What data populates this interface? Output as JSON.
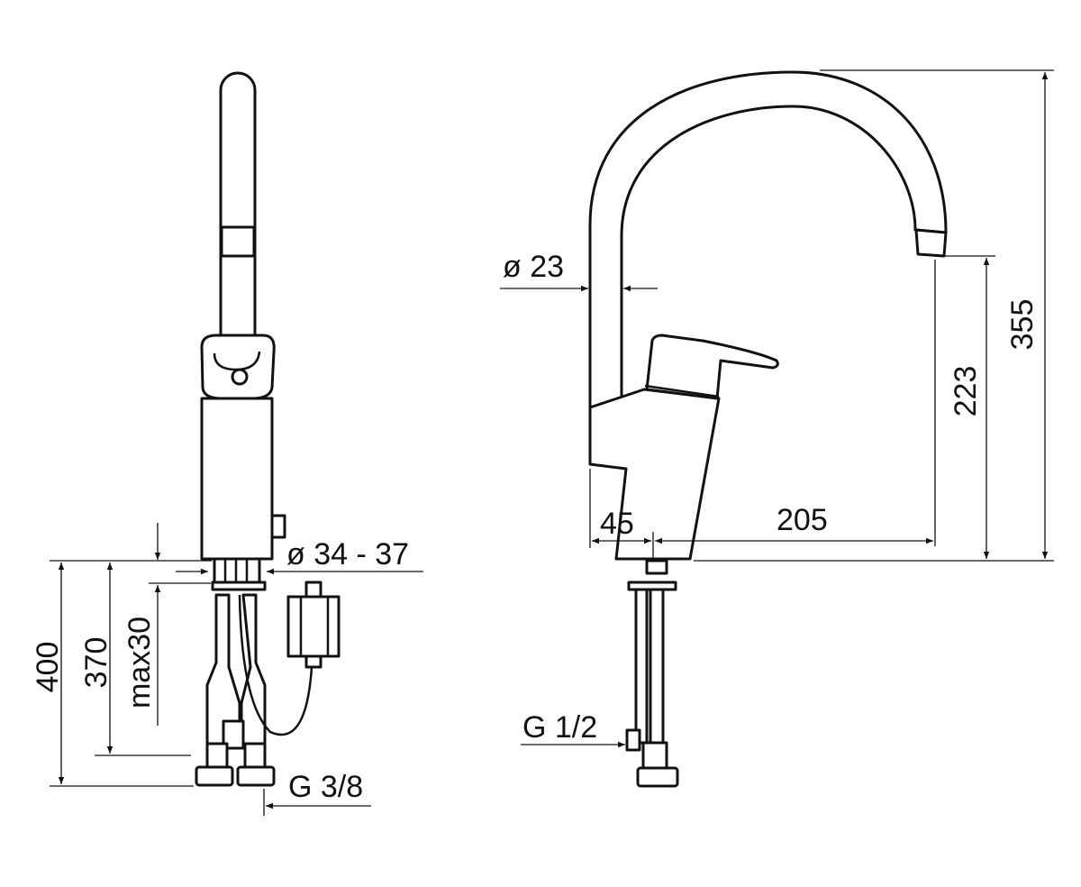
{
  "left_view": {
    "dim_diameter_body": "ø 34 - 37",
    "dim_height_total": "400",
    "dim_hose_length": "370",
    "dim_max_thickness": "max30",
    "dim_connection": "G 3/8"
  },
  "right_view": {
    "dim_spout_diameter": "ø 23",
    "dim_total_height": "355",
    "dim_outlet_height": "223",
    "dim_reach": "205",
    "dim_base_offset": "45",
    "dim_connection": "G 1/2"
  }
}
